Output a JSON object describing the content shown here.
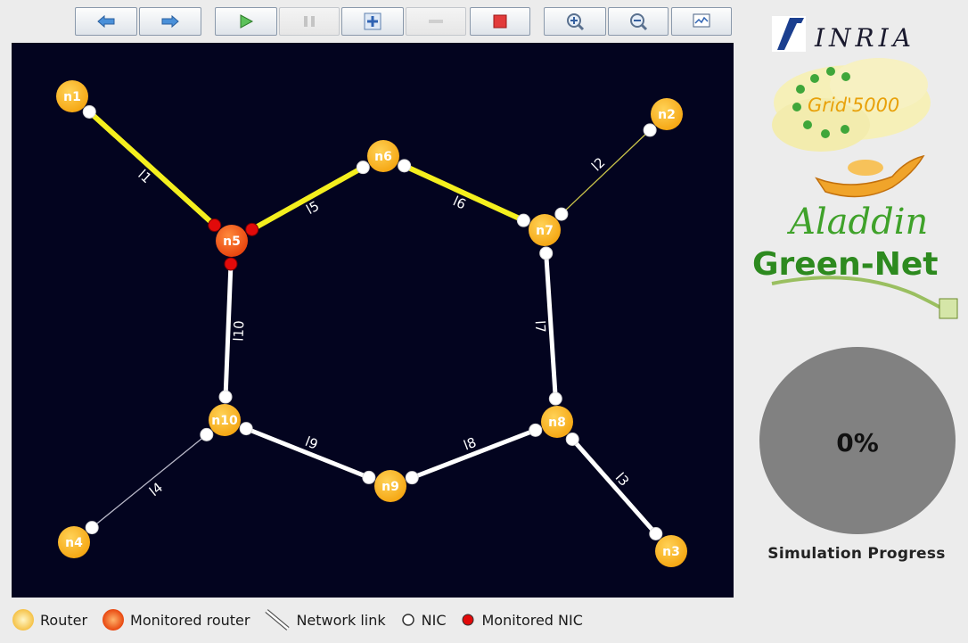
{
  "toolbar": {
    "buttons": [
      {
        "name": "back-button",
        "icon": "arrow-left-icon",
        "enabled": true
      },
      {
        "name": "forward-button",
        "icon": "arrow-right-icon",
        "enabled": true
      },
      {
        "name": "play-button",
        "icon": "play-icon",
        "enabled": true
      },
      {
        "name": "pause-button",
        "icon": "pause-icon",
        "enabled": false
      },
      {
        "name": "add-button",
        "icon": "plus-icon",
        "enabled": true
      },
      {
        "name": "remove-button",
        "icon": "minus-icon",
        "enabled": false
      },
      {
        "name": "stop-button",
        "icon": "stop-icon",
        "enabled": true
      },
      {
        "name": "zoom-in-button",
        "icon": "zoom-in-icon",
        "enabled": true
      },
      {
        "name": "zoom-out-button",
        "icon": "zoom-out-icon",
        "enabled": true
      },
      {
        "name": "monitor-button",
        "icon": "monitor-icon",
        "enabled": true
      }
    ]
  },
  "graph": {
    "nodes": [
      {
        "id": "n1",
        "label": "n1",
        "monitored": false
      },
      {
        "id": "n2",
        "label": "n2",
        "monitored": false
      },
      {
        "id": "n3",
        "label": "n3",
        "monitored": false
      },
      {
        "id": "n4",
        "label": "n4",
        "monitored": false
      },
      {
        "id": "n5",
        "label": "n5",
        "monitored": true
      },
      {
        "id": "n6",
        "label": "n6",
        "monitored": false
      },
      {
        "id": "n7",
        "label": "n7",
        "monitored": false
      },
      {
        "id": "n8",
        "label": "n8",
        "monitored": false
      },
      {
        "id": "n9",
        "label": "n9",
        "monitored": false
      },
      {
        "id": "n10",
        "label": "n10",
        "monitored": false
      }
    ],
    "links": [
      {
        "label": "l1",
        "from": "n1",
        "to": "n5",
        "state": "active"
      },
      {
        "label": "l2",
        "from": "n2",
        "to": "n7",
        "state": "idle"
      },
      {
        "label": "l3",
        "from": "n3",
        "to": "n8",
        "state": "normal"
      },
      {
        "label": "l4",
        "from": "n4",
        "to": "n10",
        "state": "idle"
      },
      {
        "label": "l5",
        "from": "n5",
        "to": "n6",
        "state": "active"
      },
      {
        "label": "l6",
        "from": "n6",
        "to": "n7",
        "state": "active"
      },
      {
        "label": "l7",
        "from": "n7",
        "to": "n8",
        "state": "normal"
      },
      {
        "label": "l8",
        "from": "n8",
        "to": "n9",
        "state": "normal"
      },
      {
        "label": "l9",
        "from": "n9",
        "to": "n10",
        "state": "normal"
      },
      {
        "label": "l10",
        "from": "n10",
        "to": "n5",
        "state": "normal"
      }
    ]
  },
  "logos": {
    "inria": "INRIA",
    "grid5000": "Grid'5000",
    "aladdin": "Aladdin",
    "greennet": "Green-Net"
  },
  "progress": {
    "value_text": "0%",
    "fraction": 0,
    "label": "Simulation Progress"
  },
  "legend": {
    "router": "Router",
    "monitored_router": "Monitored router",
    "network_link": "Network link",
    "nic": "NIC",
    "monitored_nic": "Monitored NIC"
  },
  "colors": {
    "canvas_bg": "#03041f",
    "router": "#f5a714",
    "monitored_router": "#e8460f",
    "active_link": "#f4ef1e",
    "link": "#ffffff",
    "nic": "#ffffff",
    "monitored_nic": "#e20a0a",
    "progress": "#808080"
  }
}
